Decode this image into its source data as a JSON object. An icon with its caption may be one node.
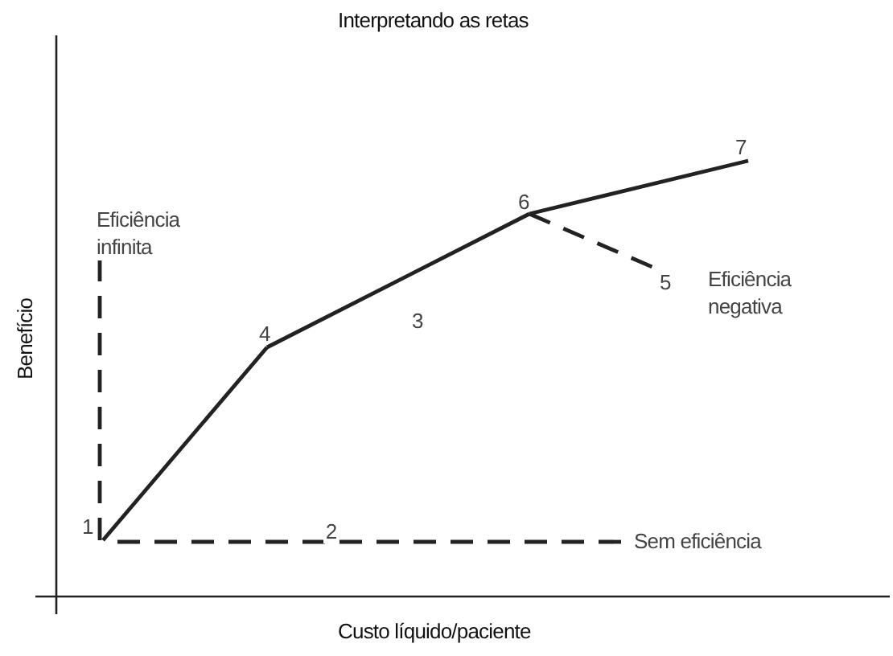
{
  "diagram": {
    "title": "Interpretando as retas",
    "nodes": [
      {
        "text": [
          "1"
        ]
      },
      {
        "text": [
          "4"
        ]
      },
      {
        "text": [
          "6"
        ]
      },
      {
        "text": [
          "7"
        ]
      },
      {
        "text": [
          "5"
        ]
      },
      {
        "text": [
          "Sem eficiência"
        ]
      },
      {
        "text": [
          "Eficiência infinita"
        ]
      }
    ],
    "edges": [
      {
        "from": 0,
        "to": 1,
        "arrow": "none"
      },
      {
        "from": 1,
        "to": 2,
        "arrow": "none"
      },
      {
        "from": 2,
        "to": 3,
        "arrow": "none"
      },
      {
        "from": 2,
        "to": 4,
        "arrow": "none",
        "style": "dashed"
      },
      {
        "from": 0,
        "to": 6,
        "arrow": "none",
        "style": "dashed"
      },
      {
        "from": 0,
        "to": 5,
        "arrow": "none",
        "style": "dashed",
        "label": "2"
      }
    ],
    "labels": [
      "3",
      "Eficiência negativa",
      "Benefício",
      "Custo líquido/paciente"
    ]
  }
}
